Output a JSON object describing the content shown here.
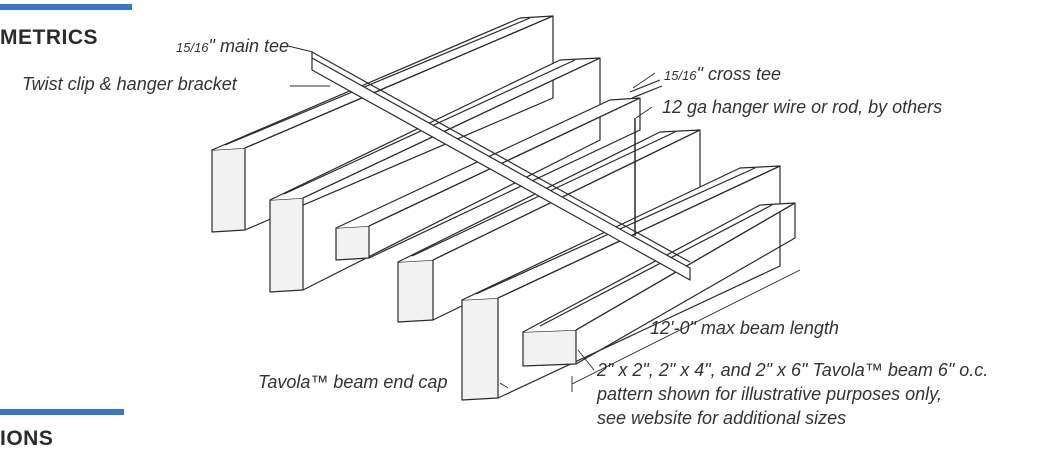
{
  "headings": {
    "metrics": "METRICS",
    "options": "IONS"
  },
  "labels": {
    "main_tee_frac": "15/16",
    "main_tee_text": "\" main tee",
    "twist_clip": "Twist clip & hanger bracket",
    "cross_tee_frac": "15/16",
    "cross_tee_text": "\"  cross tee",
    "hanger_wire": "12 ga hanger wire or rod, by others",
    "max_beam": "12'-0\" max beam length",
    "end_cap": "Tavola™ beam end cap",
    "beam_sizes_1": "2\" x 2\", 2\" x 4\", and 2\" x 6\" Tavola™ beam 6\" o.c.",
    "beam_sizes_2": "pattern shown for illustrative purposes only,",
    "beam_sizes_3": "see website for additional sizes"
  },
  "colors": {
    "accent": "#3a78bf",
    "line": "#2a2a2a",
    "beam_face": "#f2f2f2"
  }
}
